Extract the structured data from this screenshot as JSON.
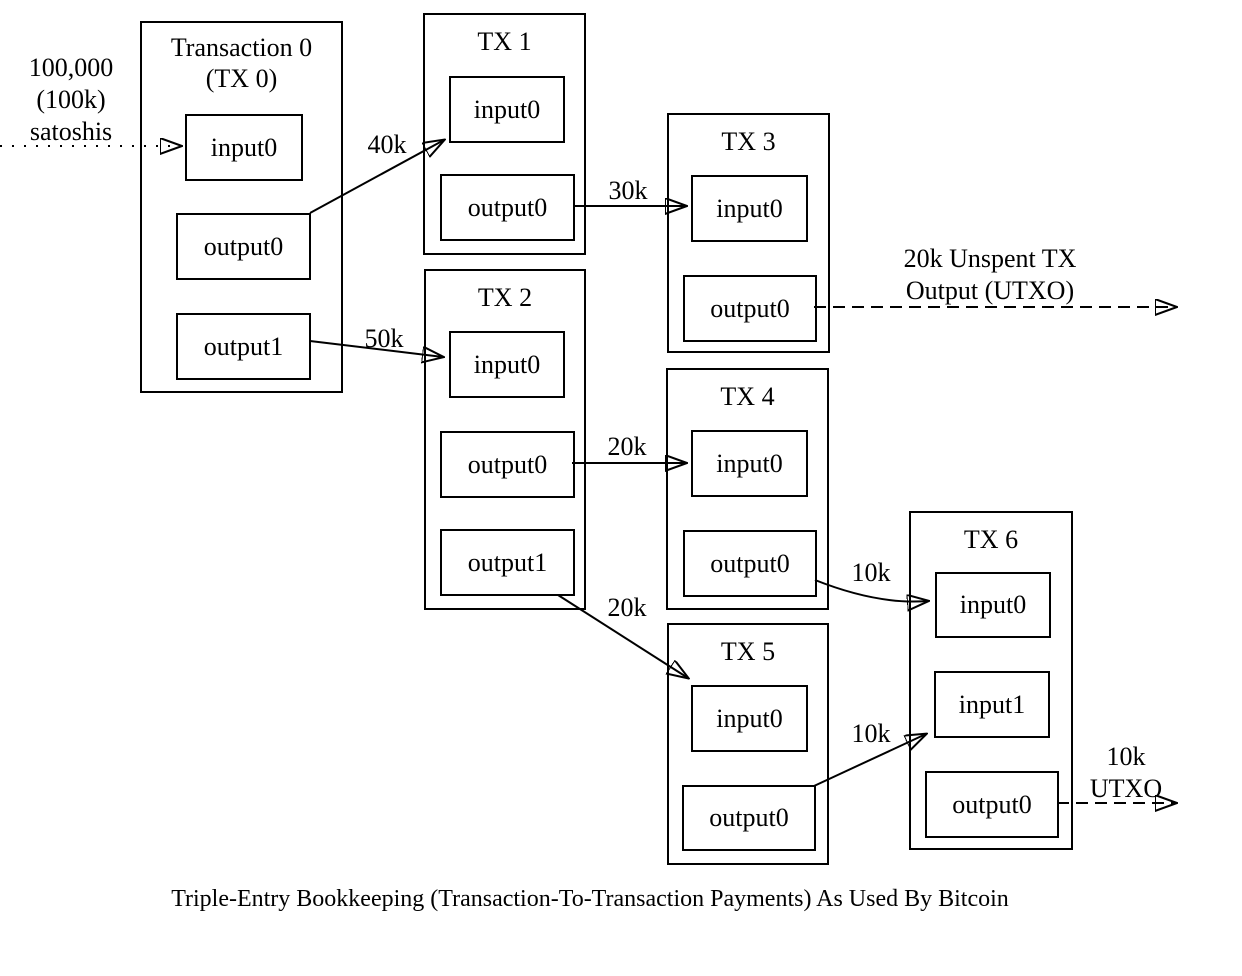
{
  "caption": "Triple-Entry Bookkeeping (Transaction-To-Transaction Payments) As Used By Bitcoin",
  "transactions": {
    "tx0": {
      "title_line1": "Transaction 0",
      "title_line2": "(TX 0)",
      "boxes": {
        "input0": "input0",
        "output0": "output0",
        "output1": "output1"
      }
    },
    "tx1": {
      "title": "TX 1",
      "boxes": {
        "input0": "input0",
        "output0": "output0"
      }
    },
    "tx2": {
      "title": "TX 2",
      "boxes": {
        "input0": "input0",
        "output0": "output0",
        "output1": "output1"
      }
    },
    "tx3": {
      "title": "TX 3",
      "boxes": {
        "input0": "input0",
        "output0": "output0"
      }
    },
    "tx4": {
      "title": "TX 4",
      "boxes": {
        "input0": "input0",
        "output0": "output0"
      }
    },
    "tx5": {
      "title": "TX 5",
      "boxes": {
        "input0": "input0",
        "output0": "output0"
      }
    },
    "tx6": {
      "title": "TX 6",
      "boxes": {
        "input0": "input0",
        "input1": "input1",
        "output0": "output0"
      }
    }
  },
  "edges": [
    {
      "id": "seed-to-tx0-input0",
      "from": "external",
      "to": "tx0.input0",
      "style": "dotted",
      "label_lines": [
        "100,000",
        "(100k)",
        "satoshis"
      ]
    },
    {
      "id": "tx0-output0-to-tx1-input0",
      "from": "tx0.output0",
      "to": "tx1.input0",
      "style": "solid",
      "label": "40k"
    },
    {
      "id": "tx0-output1-to-tx2-input0",
      "from": "tx0.output1",
      "to": "tx2.input0",
      "style": "solid",
      "label": "50k"
    },
    {
      "id": "tx1-output0-to-tx3-input0",
      "from": "tx1.output0",
      "to": "tx3.input0",
      "style": "solid",
      "label": "30k"
    },
    {
      "id": "tx2-output0-to-tx4-input0",
      "from": "tx2.output0",
      "to": "tx4.input0",
      "style": "solid",
      "label": "20k"
    },
    {
      "id": "tx2-output1-to-tx5-input0",
      "from": "tx2.output1",
      "to": "tx5.input0",
      "style": "solid",
      "label": "20k"
    },
    {
      "id": "tx3-output0-to-utxo",
      "from": "tx3.output0",
      "to": "unspent",
      "style": "dashed",
      "label_lines": [
        "20k Unspent TX",
        "Output (UTXO)"
      ]
    },
    {
      "id": "tx4-output0-to-tx6-input0",
      "from": "tx4.output0",
      "to": "tx6.input0",
      "style": "solid",
      "label": "10k"
    },
    {
      "id": "tx5-output0-to-tx6-input1",
      "from": "tx5.output0",
      "to": "tx6.input1",
      "style": "solid",
      "label": "10k"
    },
    {
      "id": "tx6-output0-to-utxo",
      "from": "tx6.output0",
      "to": "unspent",
      "style": "dashed",
      "label_lines": [
        "10k",
        "UTXO"
      ]
    }
  ],
  "colors": {
    "line": "#000000",
    "background": "#ffffff",
    "text": "#000000"
  }
}
